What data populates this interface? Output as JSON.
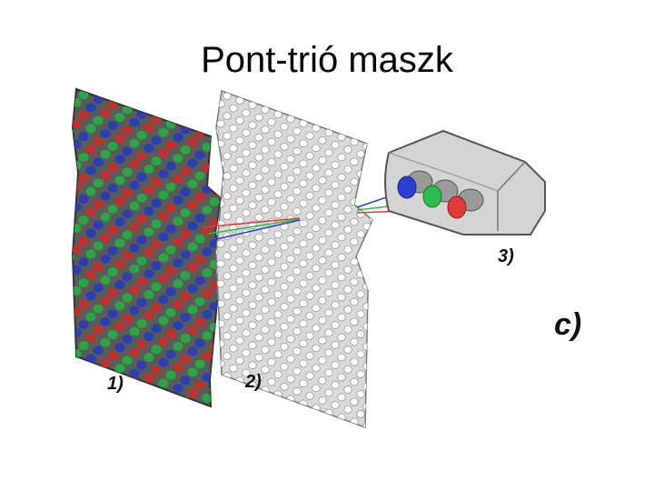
{
  "slide": {
    "title": "Pont-trió maszk"
  },
  "labels": {
    "screen": "1)",
    "mask": "2)",
    "guns": "3)",
    "figure": "c)"
  },
  "colors": {
    "screen_bg": "#5a5a5a",
    "mask_fill": "#d9d9d9",
    "mask_hole": "#ffffff",
    "phosphor_red": "#c0302c",
    "phosphor_green": "#2ca544",
    "phosphor_blue": "#2c3fb0",
    "gun_housing": "#d4d4d4",
    "gun_red": "#e23a36",
    "gun_green": "#2dbd4e",
    "gun_blue": "#2b3fd0"
  },
  "icons": {
    "screen": "phosphor-screen-icon",
    "mask": "shadow-mask-icon",
    "guns": "electron-gun-icon"
  }
}
